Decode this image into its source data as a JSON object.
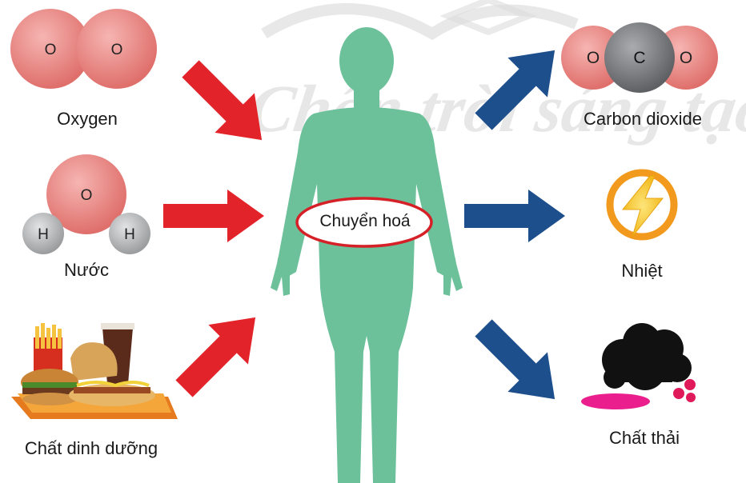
{
  "watermark": {
    "text": "Chân trời sáng tạo"
  },
  "inputs": {
    "oxygen": {
      "label": "Oxygen",
      "atoms": [
        "O",
        "O"
      ]
    },
    "water": {
      "label": "Nước",
      "atoms": [
        "O",
        "H",
        "H"
      ]
    },
    "nutrients": {
      "label": "Chất dinh dưỡng"
    }
  },
  "center": {
    "label": "Chuyển hoá"
  },
  "outputs": {
    "carbon_dioxide": {
      "label": "Carbon dioxide",
      "atoms": [
        "O",
        "C",
        "O"
      ]
    },
    "heat": {
      "label": "Nhiệt"
    },
    "waste": {
      "label": "Chất thải"
    }
  },
  "colors": {
    "input_arrow": "#e3232a",
    "output_arrow": "#1d4f8c",
    "body": "#6cc19a",
    "oxygen_atom": "#e98380",
    "carbon_atom": "#7d7f82",
    "hydrogen_atom": "#b7b9bb",
    "ellipse_outline": "#d42026",
    "heat_ring": "#f29a1d",
    "bolt": "#f7d21b",
    "waste_cloud": "#111111",
    "waste_drop": "#e01a5a",
    "waste_puddle": "#ea1e8c"
  }
}
